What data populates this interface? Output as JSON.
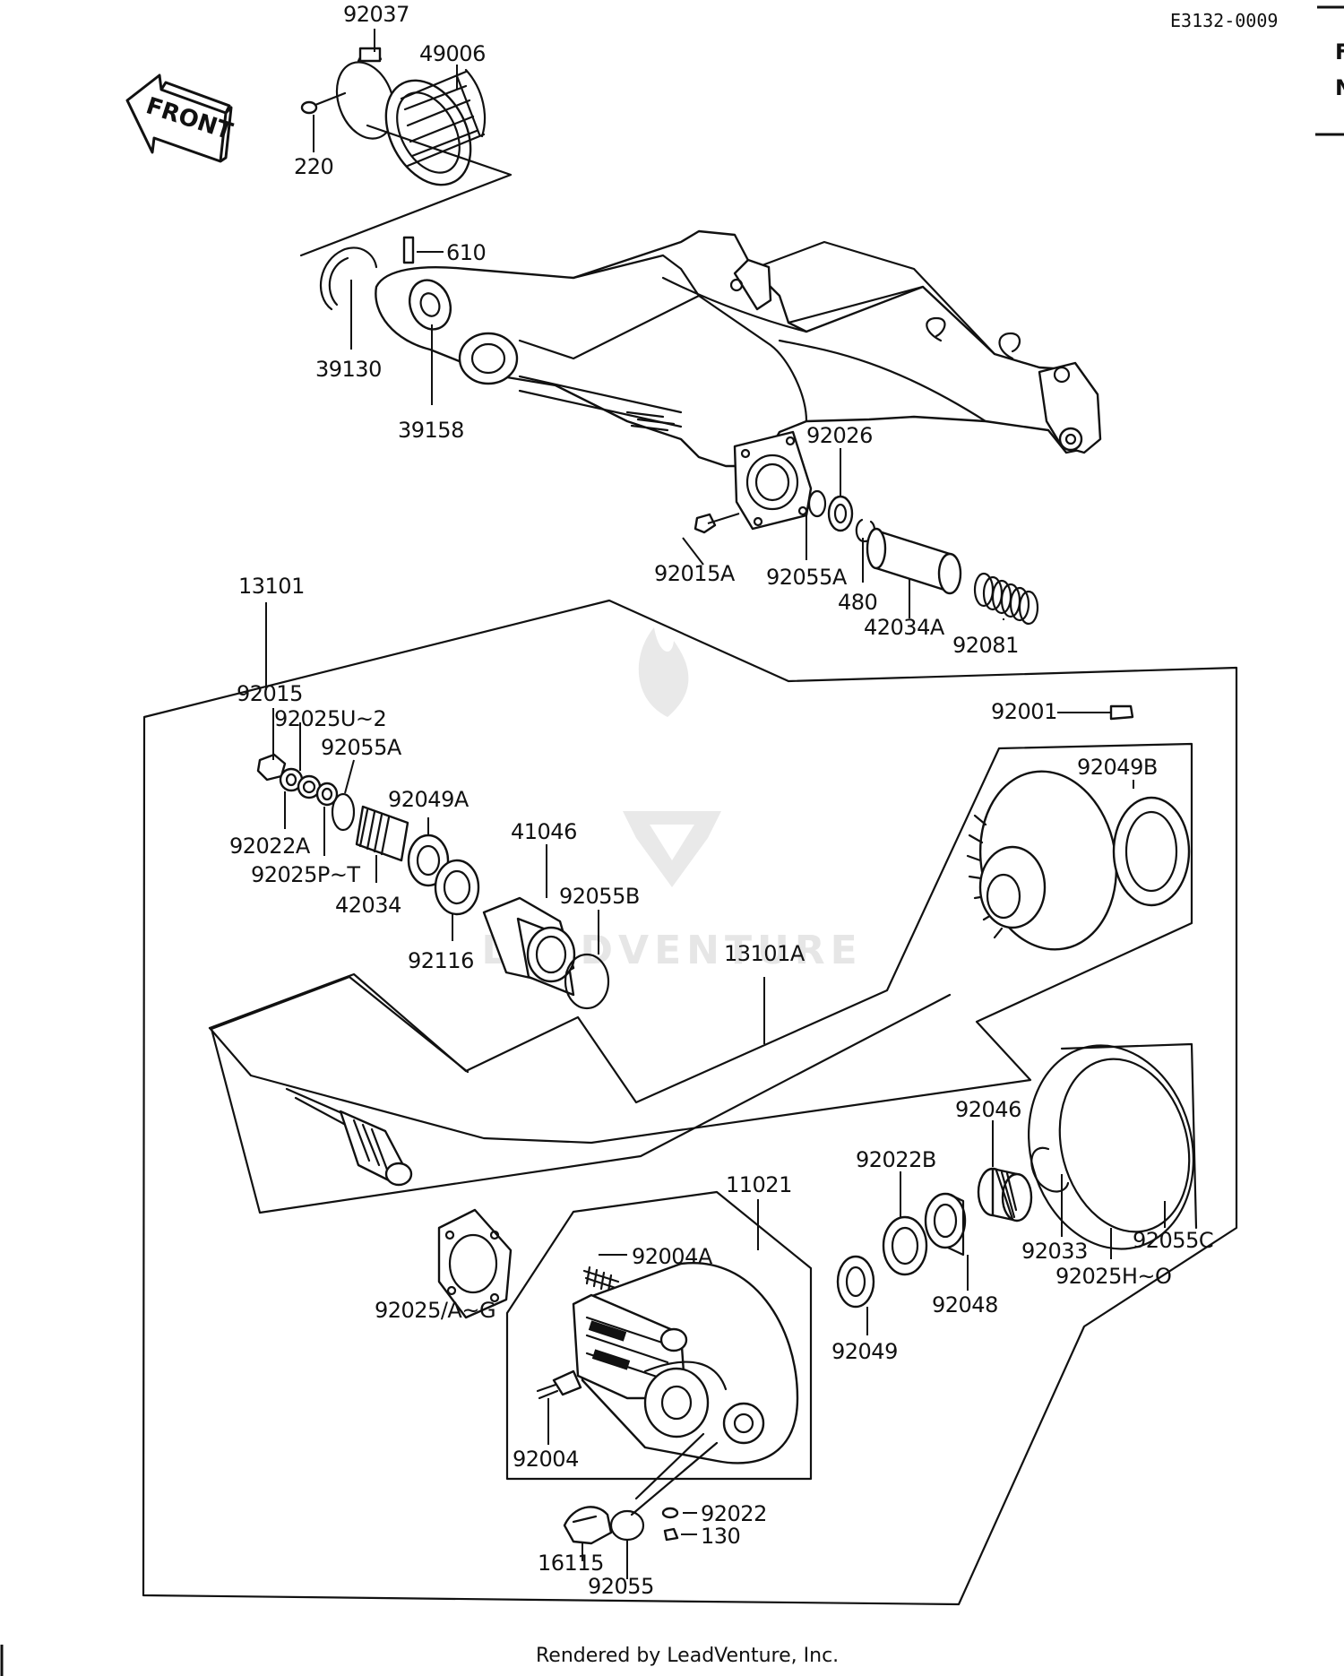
{
  "diagram": {
    "code": "E3132-0009",
    "front_label": "FRONT",
    "footer": "Rendered by LeadVenture, Inc.",
    "edge_letters": [
      "F",
      "N"
    ],
    "watermark": "LEADVENTURE",
    "parts": [
      {
        "id": "92037",
        "label": "92037"
      },
      {
        "id": "49006",
        "label": "49006"
      },
      {
        "id": "220",
        "label": "220"
      },
      {
        "id": "610",
        "label": "610"
      },
      {
        "id": "39130",
        "label": "39130"
      },
      {
        "id": "39158",
        "label": "39158"
      },
      {
        "id": "92026",
        "label": "92026"
      },
      {
        "id": "92015A",
        "label": "92015A"
      },
      {
        "id": "92055A_top",
        "label": "92055A"
      },
      {
        "id": "480",
        "label": "480"
      },
      {
        "id": "42034A",
        "label": "42034A"
      },
      {
        "id": "92081",
        "label": "92081"
      },
      {
        "id": "13101",
        "label": "13101"
      },
      {
        "id": "92015",
        "label": "92015"
      },
      {
        "id": "92025U",
        "label": "92025U~2"
      },
      {
        "id": "92055A",
        "label": "92055A"
      },
      {
        "id": "92049A",
        "label": "92049A"
      },
      {
        "id": "41046",
        "label": "41046"
      },
      {
        "id": "92055B",
        "label": "92055B"
      },
      {
        "id": "92022A",
        "label": "92022A"
      },
      {
        "id": "92025P",
        "label": "92025P~T"
      },
      {
        "id": "42034",
        "label": "42034"
      },
      {
        "id": "92116",
        "label": "92116"
      },
      {
        "id": "13101A",
        "label": "13101A"
      },
      {
        "id": "92001",
        "label": "92001"
      },
      {
        "id": "92049B",
        "label": "92049B"
      },
      {
        "id": "92046",
        "label": "92046"
      },
      {
        "id": "92022B",
        "label": "92022B"
      },
      {
        "id": "11021",
        "label": "11021"
      },
      {
        "id": "92004A",
        "label": "92004A"
      },
      {
        "id": "92025AG",
        "label": "92025/A~G"
      },
      {
        "id": "92033",
        "label": "92033"
      },
      {
        "id": "92055C",
        "label": "92055C"
      },
      {
        "id": "92025HO",
        "label": "92025H~O"
      },
      {
        "id": "92048",
        "label": "92048"
      },
      {
        "id": "92049",
        "label": "92049"
      },
      {
        "id": "92004",
        "label": "92004"
      },
      {
        "id": "92022",
        "label": "92022"
      },
      {
        "id": "130",
        "label": "130"
      },
      {
        "id": "16115",
        "label": "16115"
      },
      {
        "id": "92055",
        "label": "92055"
      }
    ]
  }
}
